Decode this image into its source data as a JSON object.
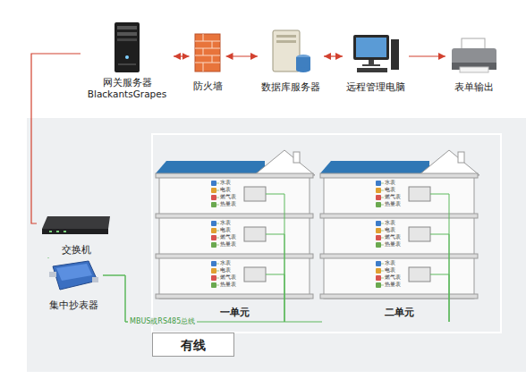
{
  "diagram": {
    "nodes": [
      {
        "text": [
          "网关服务器 BlackantsGrapes"
        ]
      },
      {
        "text": [
          "防火墙"
        ]
      },
      {
        "text": [
          "数据库服务器"
        ]
      },
      {
        "text": [
          "远程管理电脑"
        ]
      },
      {
        "text": [
          "表单输出"
        ]
      },
      {
        "text": [
          "交换机"
        ]
      },
      {
        "text": [
          "集中抄表器"
        ]
      },
      {
        "text": [
          "一单元"
        ]
      },
      {
        "text": [
          "二单元"
        ]
      },
      {
        "text": [
          "有线"
        ]
      }
    ],
    "edges": [
      {
        "from": 0,
        "to": 1,
        "arrow": "both"
      },
      {
        "from": 1,
        "to": 2,
        "arrow": "both"
      },
      {
        "from": 2,
        "to": 3,
        "arrow": "both"
      },
      {
        "from": 3,
        "to": 4,
        "arrow": "to"
      },
      {
        "from": 0,
        "to": 5,
        "arrow": "none"
      },
      {
        "from": 5,
        "to": 6,
        "arrow": "none"
      },
      {
        "from": 6,
        "to": 7,
        "arrow": "none",
        "label": "MBUS或RS485总线"
      },
      {
        "from": 6,
        "to": 8,
        "arrow": "none"
      }
    ],
    "labels": [
      "水表",
      "电表",
      "燃气表",
      "热量表",
      "水表",
      "电表",
      "燃气表",
      "热量表",
      "水表",
      "电表",
      "燃气表",
      "热量表",
      "水表",
      "电表",
      "燃气表",
      "热量表",
      "水表",
      "电表",
      "燃气表",
      "热量表",
      "水表",
      "电表",
      "燃气表",
      "热量表"
    ]
  }
}
